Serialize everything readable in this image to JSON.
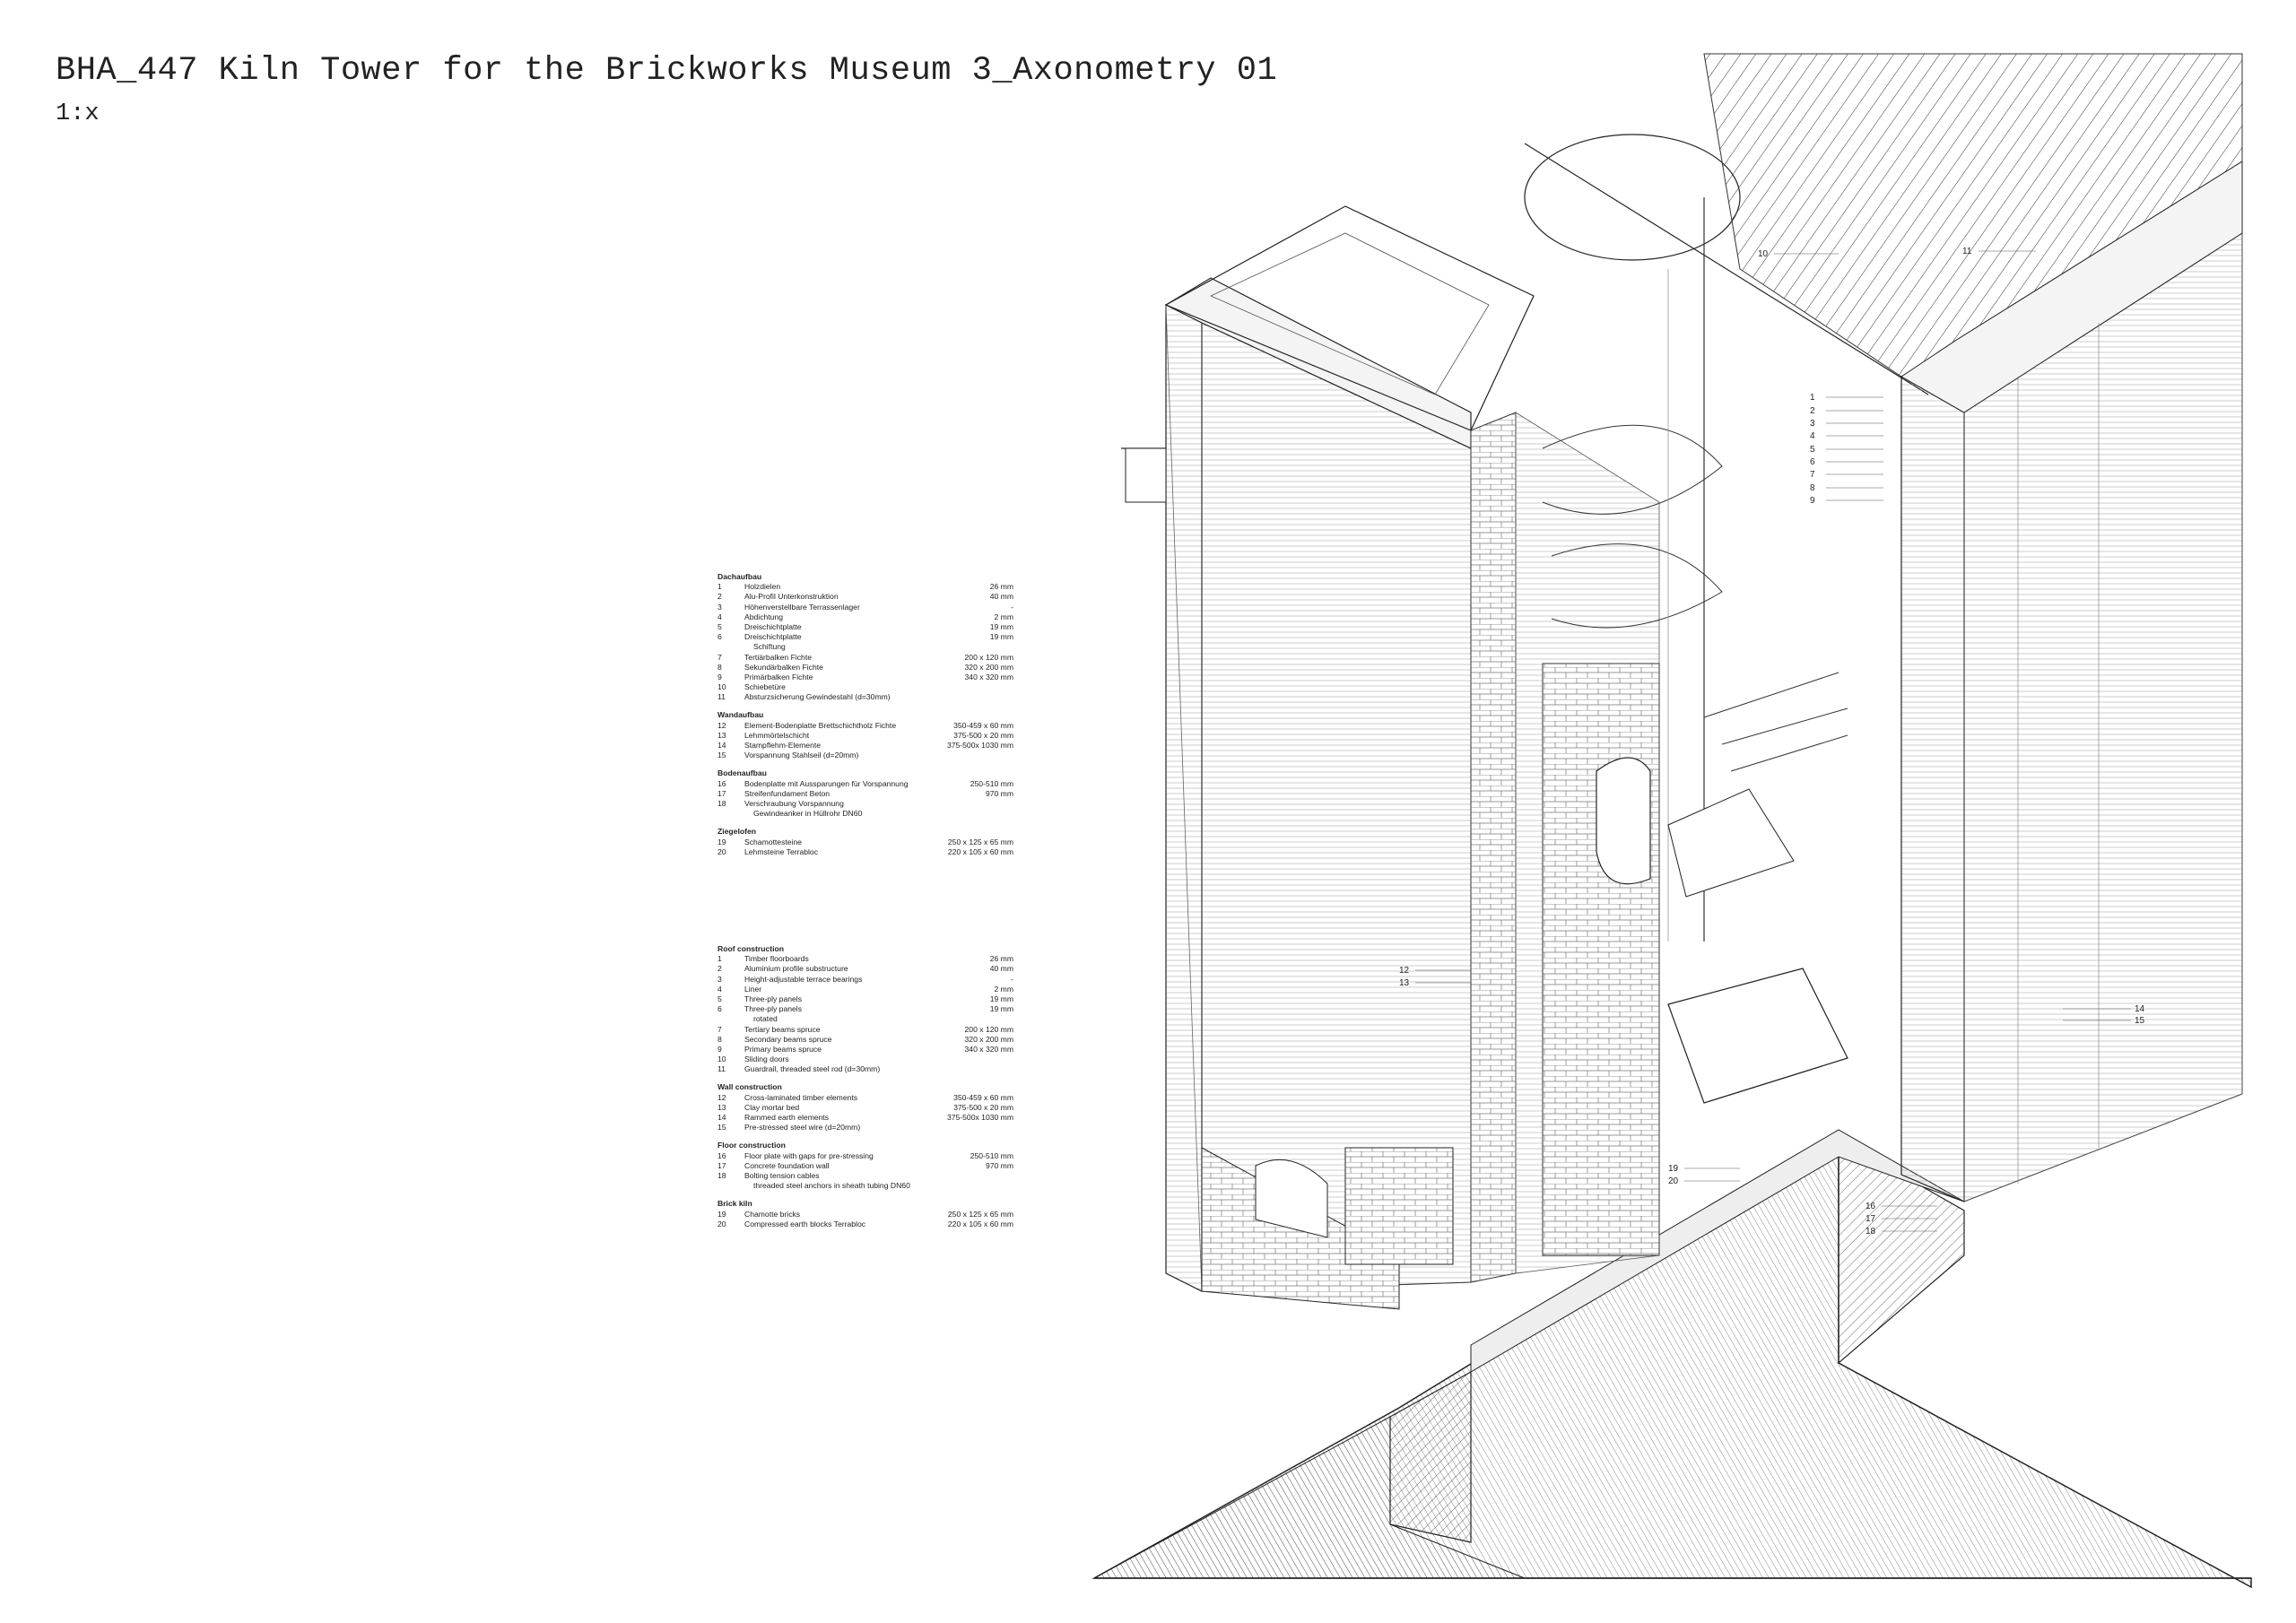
{
  "title": "BHA_447 Kiln Tower for the Brickworks Museum 3_Axonometry 01",
  "scale": "1:x",
  "legend_de": {
    "sections": [
      {
        "heading": "Dachaufbau",
        "rows": [
          {
            "n": "1",
            "t": "Holzdielen",
            "v": "26 mm"
          },
          {
            "n": "2",
            "t": "Alu-Profil Unterkonstruktion",
            "v": "40 mm"
          },
          {
            "n": "3",
            "t": "Höhenverstellbare Terrassenlager",
            "v": "-"
          },
          {
            "n": "4",
            "t": "Abdichtung",
            "v": "2 mm"
          },
          {
            "n": "5",
            "t": "Dreischichtplatte",
            "v": "19 mm"
          },
          {
            "n": "6",
            "t": "Dreischichtplatte",
            "v": "19 mm"
          },
          {
            "n": "",
            "t": "Schiftung",
            "v": "",
            "sub": true
          },
          {
            "n": "7",
            "t": "Tertiärbalken Fichte",
            "v": "200 x 120 mm"
          },
          {
            "n": "8",
            "t": "Sekundärbalken Fichte",
            "v": "320 x 200 mm"
          },
          {
            "n": "9",
            "t": "Primärbalken Fichte",
            "v": "340 x 320 mm"
          },
          {
            "n": "10",
            "t": "Schiebetüre",
            "v": ""
          },
          {
            "n": "11",
            "t": "Absturzsicherung Gewindestahl (d=30mm)",
            "v": ""
          }
        ]
      },
      {
        "heading": "Wandaufbau",
        "rows": [
          {
            "n": "12",
            "t": "Element-Bodenplatte Brettschichtholz Fichte",
            "v": "350-459 x 60 mm"
          },
          {
            "n": "13",
            "t": "Lehmmörtelschicht",
            "v": "375-500 x 20 mm"
          },
          {
            "n": "14",
            "t": "Stampflehm-Elemente",
            "v": "375-500x 1030 mm"
          },
          {
            "n": "15",
            "t": "Vorspannung Stahlseil (d=20mm)",
            "v": ""
          }
        ]
      },
      {
        "heading": "Bodenaufbau",
        "rows": [
          {
            "n": "16",
            "t": "Bodenplatte mit Aussparungen für Vorspannung",
            "v": "250-510 mm"
          },
          {
            "n": "17",
            "t": "Streifenfundament Beton",
            "v": "970 mm"
          },
          {
            "n": "18",
            "t": "Verschraubung Vorspannung",
            "v": ""
          },
          {
            "n": "",
            "t": "Gewindeanker in Hüllrohr DN60",
            "v": "",
            "sub": true
          }
        ]
      },
      {
        "heading": "Ziegelofen",
        "rows": [
          {
            "n": "19",
            "t": "Schamottesteine",
            "v": "250 x 125 x 65 mm"
          },
          {
            "n": "20",
            "t": "Lehmsteine Terrabloc",
            "v": "220 x 105 x 60 mm"
          }
        ]
      }
    ]
  },
  "legend_en": {
    "sections": [
      {
        "heading": "Roof construction",
        "rows": [
          {
            "n": "1",
            "t": "Timber floorboards",
            "v": "26 mm"
          },
          {
            "n": "2",
            "t": "Aluminium profile substructure",
            "v": "40 mm"
          },
          {
            "n": "3",
            "t": "Height-adjustable terrace bearings",
            "v": "-"
          },
          {
            "n": "4",
            "t": "Liner",
            "v": "2 mm"
          },
          {
            "n": "5",
            "t": "Three-ply panels",
            "v": "19 mm"
          },
          {
            "n": "6",
            "t": "Three-ply panels",
            "v": "19 mm"
          },
          {
            "n": "",
            "t": "rotated",
            "v": "",
            "sub": true
          },
          {
            "n": "7",
            "t": "Tertiary beams spruce",
            "v": "200 x 120 mm"
          },
          {
            "n": "8",
            "t": "Secondary beams spruce",
            "v": "320 x 200 mm"
          },
          {
            "n": "9",
            "t": "Primary beams spruce",
            "v": "340 x 320 mm"
          },
          {
            "n": "10",
            "t": "Sliding doors",
            "v": ""
          },
          {
            "n": "11",
            "t": "Guardrail, threaded steel rod (d=30mm)",
            "v": ""
          }
        ]
      },
      {
        "heading": "Wall construction",
        "rows": [
          {
            "n": "12",
            "t": "Cross-laminated timber elements",
            "v": "350-459 x 60 mm"
          },
          {
            "n": "13",
            "t": "Clay mortar bed",
            "v": "375-500 x 20 mm"
          },
          {
            "n": "14",
            "t": "Rammed earth elements",
            "v": "375-500x 1030 mm"
          },
          {
            "n": "15",
            "t": "Pre-stressed steel wire (d=20mm)",
            "v": ""
          }
        ]
      },
      {
        "heading": "Floor construction",
        "rows": [
          {
            "n": "16",
            "t": "Floor plate with gaps for pre-stressing",
            "v": "250-510 mm"
          },
          {
            "n": "17",
            "t": "Concrete foundation wall",
            "v": "970 mm"
          },
          {
            "n": "18",
            "t": "Bolting tension cables",
            "v": ""
          },
          {
            "n": "",
            "t": "threaded steel anchors in sheath tubing DN60",
            "v": "",
            "sub": true
          }
        ]
      },
      {
        "heading": "Brick kiln",
        "rows": [
          {
            "n": "19",
            "t": "Chamotte bricks",
            "v": "250 x 125 x 65 mm"
          },
          {
            "n": "20",
            "t": "Compressed earth blocks Terrabloc",
            "v": "220 x 105 x 60 mm"
          }
        ]
      }
    ]
  },
  "callouts": [
    "1",
    "2",
    "3",
    "4",
    "5",
    "6",
    "7",
    "8",
    "9",
    "10",
    "11",
    "12",
    "13",
    "14",
    "15",
    "16",
    "17",
    "18",
    "19",
    "20"
  ]
}
